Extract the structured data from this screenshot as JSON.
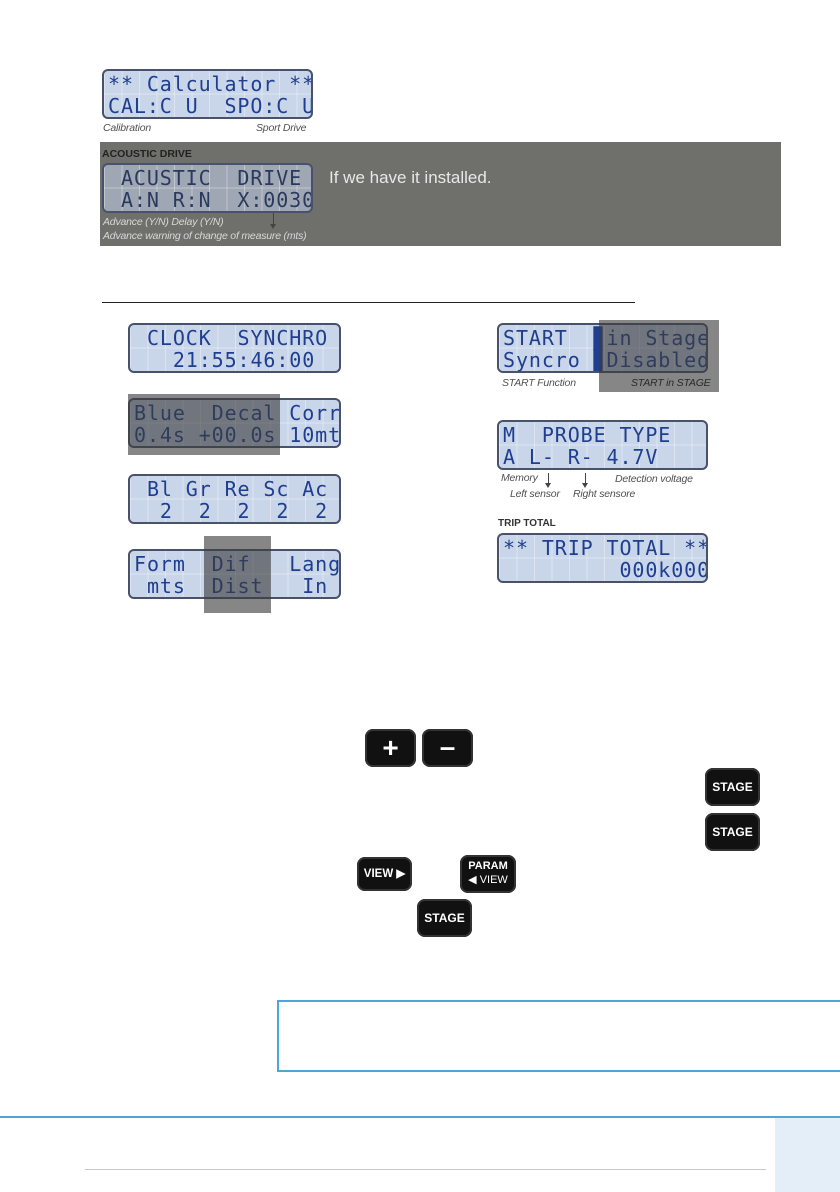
{
  "calculator": {
    "lcd_line1": "** Calculator **",
    "lcd_line2": "CAL:C U  SPO:C U",
    "caption_left": "Calibration",
    "caption_right": "Sport Drive"
  },
  "acoustic": {
    "heading": "ACOUSTIC DRIVE",
    "lcd_line1": " ACUSTIC  DRIVE ",
    "lcd_line2": " A:N R:N  X:0030",
    "note": "If we have it installed.",
    "caption_line1": "Advance (Y/N) Delay (Y/N)",
    "caption_line2": "Advance warning of change of measure (mts)"
  },
  "clock": {
    "lcd_line1": " CLOCK  SYNCHRO ",
    "lcd_line2": "   21:55:46:00  "
  },
  "blue": {
    "lcd_line1": "Blue  Decal Corr",
    "lcd_line2": "0.4s +00.0s 10mt"
  },
  "colors": {
    "lcd_line1": " Bl Gr Re Sc Ac ",
    "lcd_line2": "  2  2  2  2  2 "
  },
  "format": {
    "lcd_line1": "Form  Dif   Lang",
    "lcd_line2": " mts  Dist   In "
  },
  "start": {
    "lcd_line1": "START  ▊in Stage",
    "lcd_line2": "Syncro ▊Disabled",
    "caption_left": "START Function",
    "caption_right": "START in STAGE"
  },
  "probe": {
    "lcd_line1": "M  PROBE TYPE   ",
    "lcd_line2": "A L- R- 4.7V    ",
    "caption_memory": "Memory",
    "caption_left_sensor": "Left sensor",
    "caption_right_sensor": "Right sensore",
    "caption_voltage": "Detection voltage"
  },
  "trip": {
    "heading": "TRIP TOTAL",
    "lcd_line1": "** TRIP TOTAL **",
    "lcd_line2": "         000k000"
  },
  "keys": {
    "plus": "+",
    "minus": "–",
    "stage": "STAGE",
    "view": "VIEW ▶",
    "param_top": "PARAM",
    "param_bottom": "◀ VIEW"
  },
  "theme": {
    "lcd_bg": "#c9d6ea",
    "lcd_text": "#1f3e8f",
    "accent": "#4ea6d8",
    "shade": "#4a4a4a"
  }
}
